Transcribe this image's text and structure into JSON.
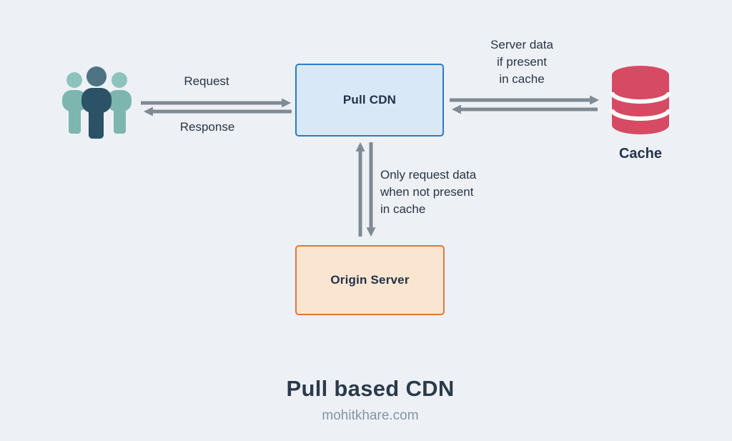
{
  "canvas": {
    "background": "#edf1f6"
  },
  "nodes": {
    "users": {
      "icon": "users-group-icon",
      "primary_color": "#2b5266",
      "secondary_color": "#7cb6af"
    },
    "pull_cdn": {
      "label": "Pull CDN",
      "fill": "#d8e8f6",
      "border": "#2b7bc2"
    },
    "cache": {
      "label": "Cache",
      "icon": "database-icon",
      "color": "#d64b63"
    },
    "origin_server": {
      "label": "Origin Server",
      "fill": "#fae5d0",
      "border": "#db7a3c"
    }
  },
  "edges": {
    "arrow_color": "#7f8a95",
    "request": {
      "label": "Request"
    },
    "response": {
      "label": "Response"
    },
    "cache_fetch": {
      "lines": [
        "Server data",
        "if present",
        "in cache"
      ]
    },
    "origin_fetch": {
      "lines": [
        "Only request data",
        "when not present",
        "in cache"
      ]
    }
  },
  "footer": {
    "title": "Pull based CDN",
    "subtitle": "mohitkhare.com"
  }
}
